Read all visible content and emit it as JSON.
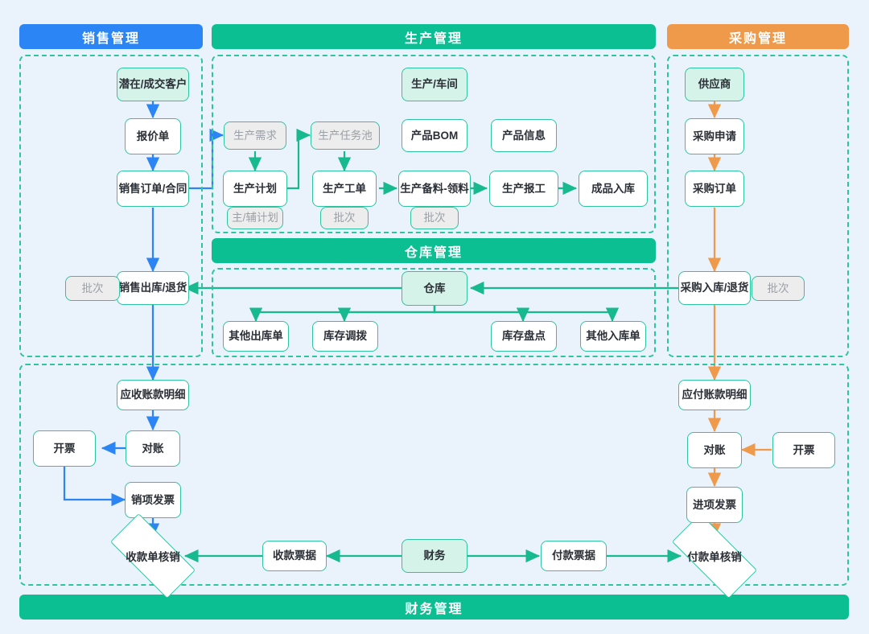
{
  "colors": {
    "canvas": "#eaf2fb",
    "sales_blue": "#2b85f5",
    "green": "#0cbf93",
    "orange": "#ef9a4a",
    "node_border": "#2ec4a0",
    "node_tint": "#d6f3ea",
    "tag_grey": "#ededed",
    "tag_text": "#9aa0a6"
  },
  "sections": {
    "sales": {
      "title": "销售管理"
    },
    "production": {
      "title": "生产管理"
    },
    "purchase": {
      "title": "采购管理"
    },
    "warehouse": {
      "title": "仓库管理"
    },
    "finance": {
      "title": "财务管理"
    }
  },
  "nodes": {
    "sales": {
      "customer": "潜在/成交客户",
      "quotation": "报价单",
      "sales_order": "销售订单/合同",
      "sales_out": "销售出库/退货",
      "sales_out_batch": "批次"
    },
    "production": {
      "workshop": "生产/车间",
      "demand": "生产需求",
      "task_pool": "生产任务池",
      "product_bom": "产品BOM",
      "product_info": "产品信息",
      "plan": "生产计划",
      "plan_tag": "主/辅计划",
      "work_order": "生产工单",
      "work_order_tag": "批次",
      "prepare": "生产备料-领料",
      "prepare_tag": "批次",
      "report": "生产报工",
      "finished_in": "成品入库"
    },
    "purchase": {
      "supplier": "供应商",
      "requisition": "采购申请",
      "order": "采购订单",
      "receipt": "采购入库/退货",
      "receipt_batch": "批次"
    },
    "warehouse": {
      "hub": "仓库",
      "other_out": "其他出库单",
      "transfer": "库存调拨",
      "stocktake": "库存盘点",
      "other_in": "其他入库单"
    },
    "finance": {
      "ar_detail": "应收账款明细",
      "ar_recon": "对账",
      "ar_invoice_src": "开票",
      "output_invoice": "销项发票",
      "receipt_writeoff": "收款单核销",
      "receipt_voucher": "收款票据",
      "finance_hub": "财务",
      "payment_voucher": "付款票据",
      "payment_writeoff": "付款单核销",
      "ap_detail": "应付账款明细",
      "ap_recon": "对账",
      "ap_invoice_src": "开票",
      "input_invoice": "进项发票"
    }
  }
}
